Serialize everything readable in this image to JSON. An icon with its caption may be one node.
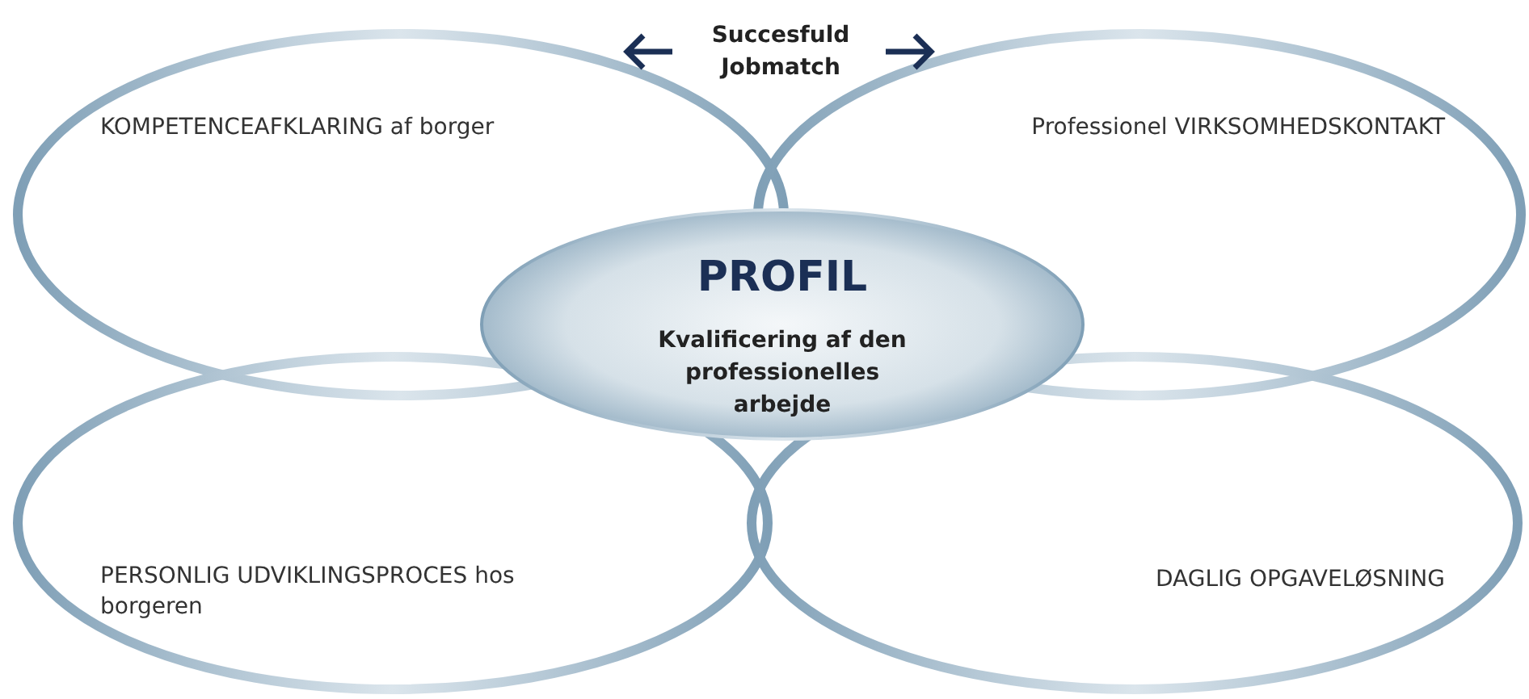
{
  "diagram": {
    "nodes": [
      {
        "text": [
          "KOMPETENCEAFKLARING af borger"
        ]
      },
      {
        "text": [
          "Professionel VIRKSOMHEDSKONTAKT"
        ]
      },
      {
        "text": [
          "PROFIL",
          "Kvalificering af den professionelles arbejde"
        ]
      },
      {
        "text": [
          "PERSONLIG UDVIKLINGSPROCES hos borgeren"
        ]
      },
      {
        "text": [
          "DAGLIG OPGAVELØSNING"
        ]
      }
    ],
    "labels": [
      "Succesfuld Jobmatch"
    ]
  }
}
